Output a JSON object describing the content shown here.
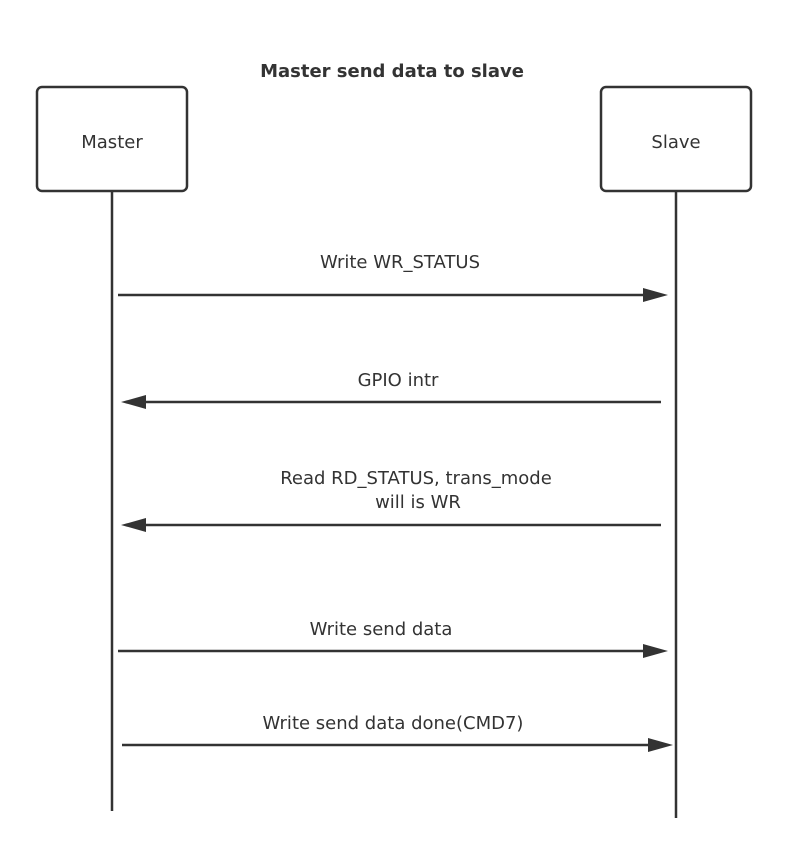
{
  "diagram": {
    "title": "Master send data to slave",
    "participants": {
      "master": "Master",
      "slave": "Slave"
    },
    "messages": [
      {
        "from": "master",
        "to": "slave",
        "lines": [
          "Write WR_STATUS"
        ]
      },
      {
        "from": "slave",
        "to": "master",
        "lines": [
          "GPIO intr"
        ]
      },
      {
        "from": "slave",
        "to": "master",
        "lines": [
          "Read RD_STATUS,  trans_mode",
          "will is WR"
        ]
      },
      {
        "from": "master",
        "to": "slave",
        "lines": [
          "Write send data"
        ]
      },
      {
        "from": "master",
        "to": "slave",
        "lines": [
          "Write send data done(CMD7)"
        ]
      }
    ]
  }
}
